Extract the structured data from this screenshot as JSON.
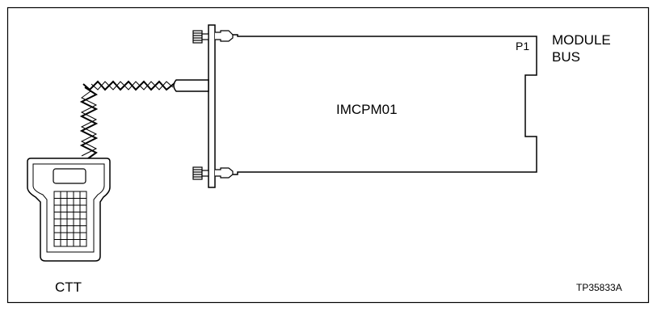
{
  "labels": {
    "module_line1": "MODULE",
    "module_line2": "BUS",
    "connector": "P1",
    "module_name": "IMCPM01",
    "terminal": "CTT",
    "figure_id": "TP35833A"
  }
}
